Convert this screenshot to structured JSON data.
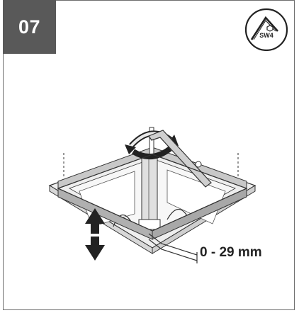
{
  "step": {
    "number": "07"
  },
  "tool": {
    "icon": "allen-key-icon",
    "size_label": "SW4"
  },
  "measurement": {
    "label": "0 - 29 mm"
  },
  "colors": {
    "badge_bg": "#595959",
    "badge_text": "#ffffff",
    "frame_border": "#6e6e6e",
    "line": "#333333",
    "frame_fill": "#c8c8c8",
    "frame_shade": "#a8a8a8"
  }
}
